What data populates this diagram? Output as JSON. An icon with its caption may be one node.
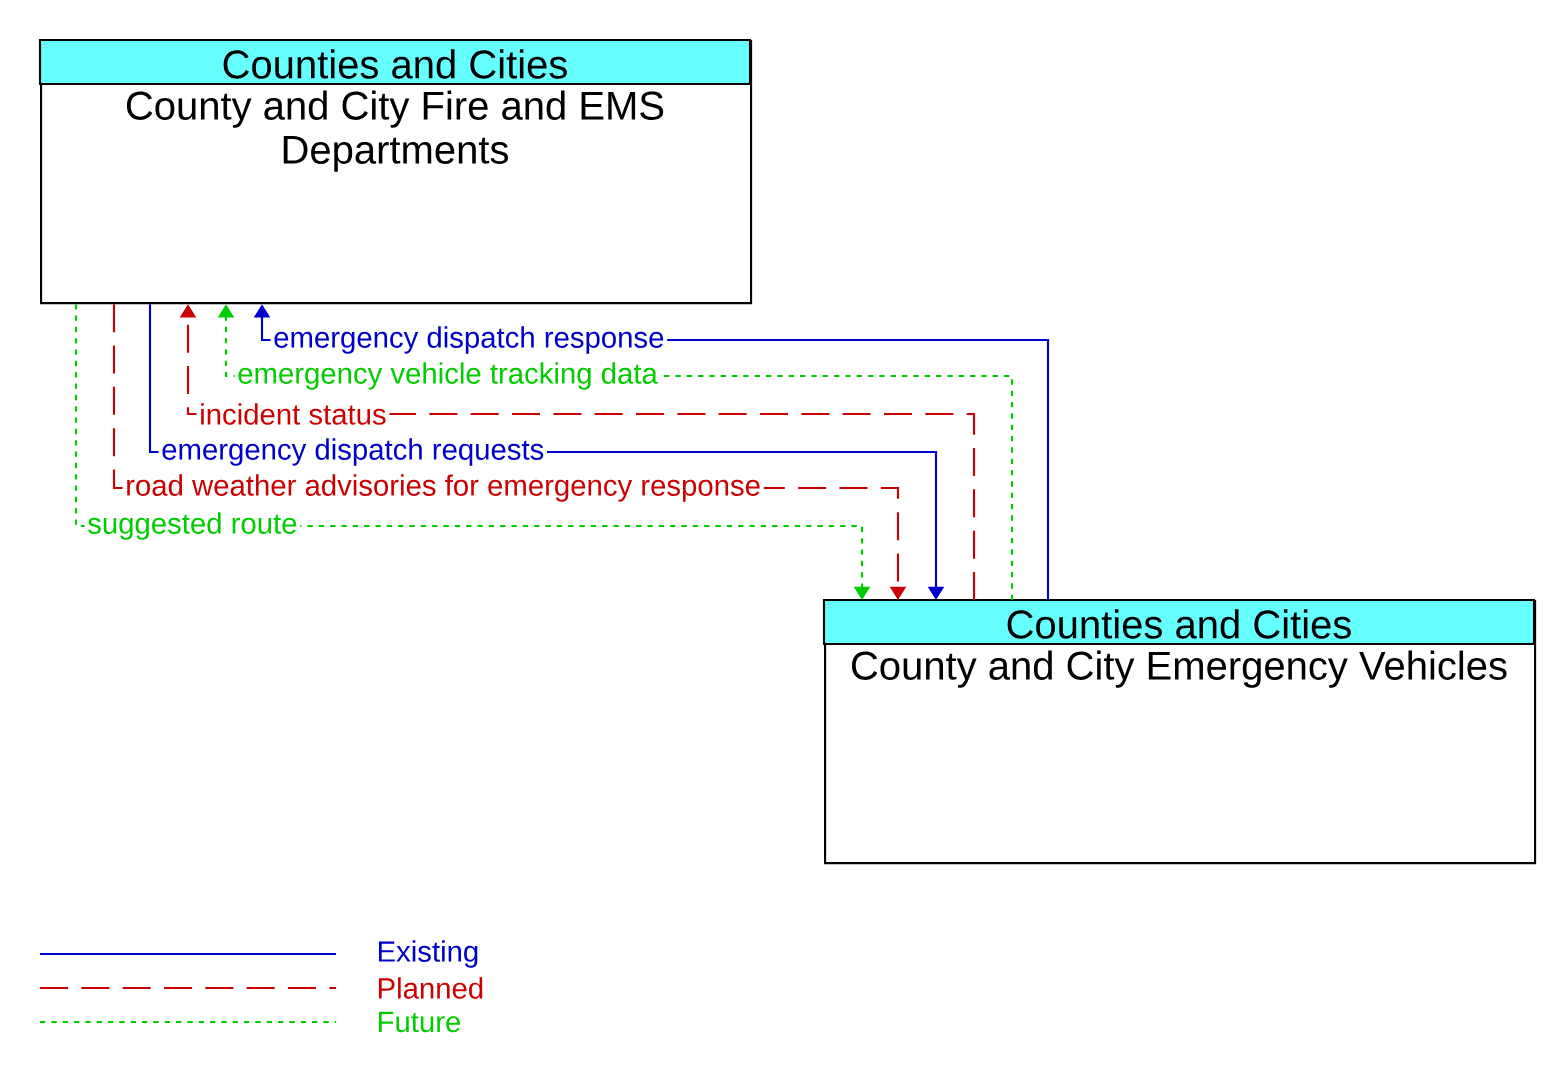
{
  "diagram": {
    "nodes": [
      {
        "text": [
          "Counties and Cities",
          "County and City Fire and EMS Departments"
        ]
      },
      {
        "text": [
          "Counties and Cities",
          "County and City Emergency Vehicles"
        ]
      }
    ],
    "edges": [
      {
        "from": 1,
        "to": 0,
        "arrow": "to",
        "label": "emergency dispatch response",
        "color": "#0000cc"
      },
      {
        "from": 1,
        "to": 0,
        "arrow": "to",
        "label": "emergency vehicle tracking data",
        "style": "dashed",
        "color": "#00cc00"
      },
      {
        "from": 1,
        "to": 0,
        "arrow": "to",
        "label": "incident status",
        "style": "dashed",
        "color": "#cc0000"
      },
      {
        "from": 0,
        "to": 1,
        "arrow": "to",
        "label": "emergency dispatch requests",
        "color": "#0000cc"
      },
      {
        "from": 0,
        "to": 1,
        "arrow": "to",
        "label": "road weather advisories for emergency response",
        "style": "dashed",
        "color": "#cc0000"
      },
      {
        "from": 0,
        "to": 1,
        "arrow": "to",
        "label": "suggested route",
        "style": "dashed",
        "color": "#00cc00"
      }
    ],
    "legend": [
      {
        "text": "Existing"
      },
      {
        "text": "Planned"
      },
      {
        "text": "Future"
      }
    ]
  }
}
